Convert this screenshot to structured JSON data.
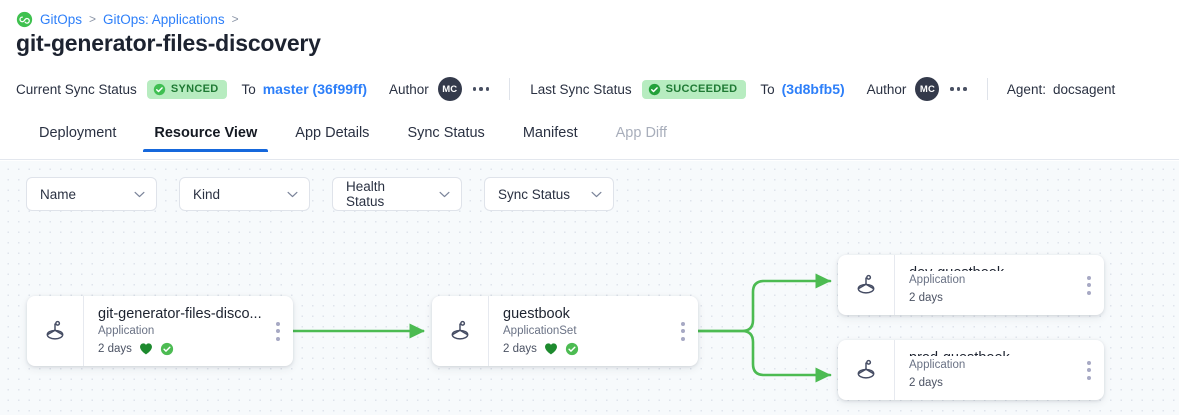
{
  "breadcrumb": {
    "logo_icon": "gitops-logo-icon",
    "items": [
      {
        "label": "GitOps",
        "sep": ">"
      },
      {
        "label": "GitOps: Applications",
        "sep": ">"
      }
    ]
  },
  "page_title": "git-generator-files-discovery",
  "status_bar": {
    "current": {
      "label": "Current Sync Status",
      "badge": {
        "text": "SYNCED",
        "icon": "check-circle-icon",
        "bg": "#b7ecc0",
        "fg": "#1f7a34"
      },
      "to_word": "To",
      "revision": "master (36f99ff)",
      "author_word": "Author",
      "avatar_initials": "MC",
      "menu_icon": "ellipsis-horizontal-icon"
    },
    "last": {
      "label": "Last Sync Status",
      "badge": {
        "text": "SUCCEEDED",
        "icon": "check-circle-icon",
        "bg": "#b7ecc0",
        "fg": "#1f7a34"
      },
      "to_word": "To",
      "revision": "(3d8bfb5)",
      "author_word": "Author",
      "avatar_initials": "MC",
      "menu_icon": "ellipsis-horizontal-icon"
    },
    "agent": {
      "label": "Agent:",
      "value": "docsagent"
    },
    "link_color": "#2d7ff9"
  },
  "tabs": [
    {
      "label": "Deployment",
      "state": "normal"
    },
    {
      "label": "Resource View",
      "state": "active"
    },
    {
      "label": "App Details",
      "state": "normal"
    },
    {
      "label": "Sync Status",
      "state": "normal"
    },
    {
      "label": "Manifest",
      "state": "normal"
    },
    {
      "label": "App Diff",
      "state": "disabled"
    }
  ],
  "active_tab_color": "#1668dc",
  "filters": [
    {
      "label": "Name",
      "icon": "chevron-down-icon"
    },
    {
      "label": "Kind",
      "icon": "chevron-down-icon"
    },
    {
      "label": "Health Status",
      "icon": "chevron-down-icon"
    },
    {
      "label": "Sync Status",
      "icon": "chevron-down-icon"
    }
  ],
  "graph": {
    "edge_color": "#4cbb52",
    "nodes": [
      {
        "id": "root",
        "icon": "argo-application-icon",
        "title": "git-generator-files-disco...",
        "kind": "Application",
        "age": "2 days",
        "health_icon": "heart-icon",
        "sync_icon": "check-circle-icon",
        "menu_icon": "ellipsis-vertical-icon"
      },
      {
        "id": "appset",
        "icon": "argo-application-icon",
        "title": "guestbook",
        "kind": "ApplicationSet",
        "age": "2 days",
        "health_icon": "heart-icon",
        "sync_icon": "check-circle-icon",
        "menu_icon": "ellipsis-vertical-icon"
      },
      {
        "id": "dev",
        "icon": "argo-application-icon",
        "title": "dev-guestbook",
        "kind": "Application",
        "age": "2 days",
        "health_icon": null,
        "sync_icon": null,
        "menu_icon": "ellipsis-vertical-icon"
      },
      {
        "id": "prod",
        "icon": "argo-application-icon",
        "title": "prod-guestbook",
        "kind": "Application",
        "age": "2 days",
        "health_icon": null,
        "sync_icon": null,
        "menu_icon": "ellipsis-vertical-icon"
      }
    ],
    "edges": [
      {
        "from": "root",
        "to": "appset"
      },
      {
        "from": "appset",
        "to": "dev"
      },
      {
        "from": "appset",
        "to": "prod"
      }
    ]
  }
}
